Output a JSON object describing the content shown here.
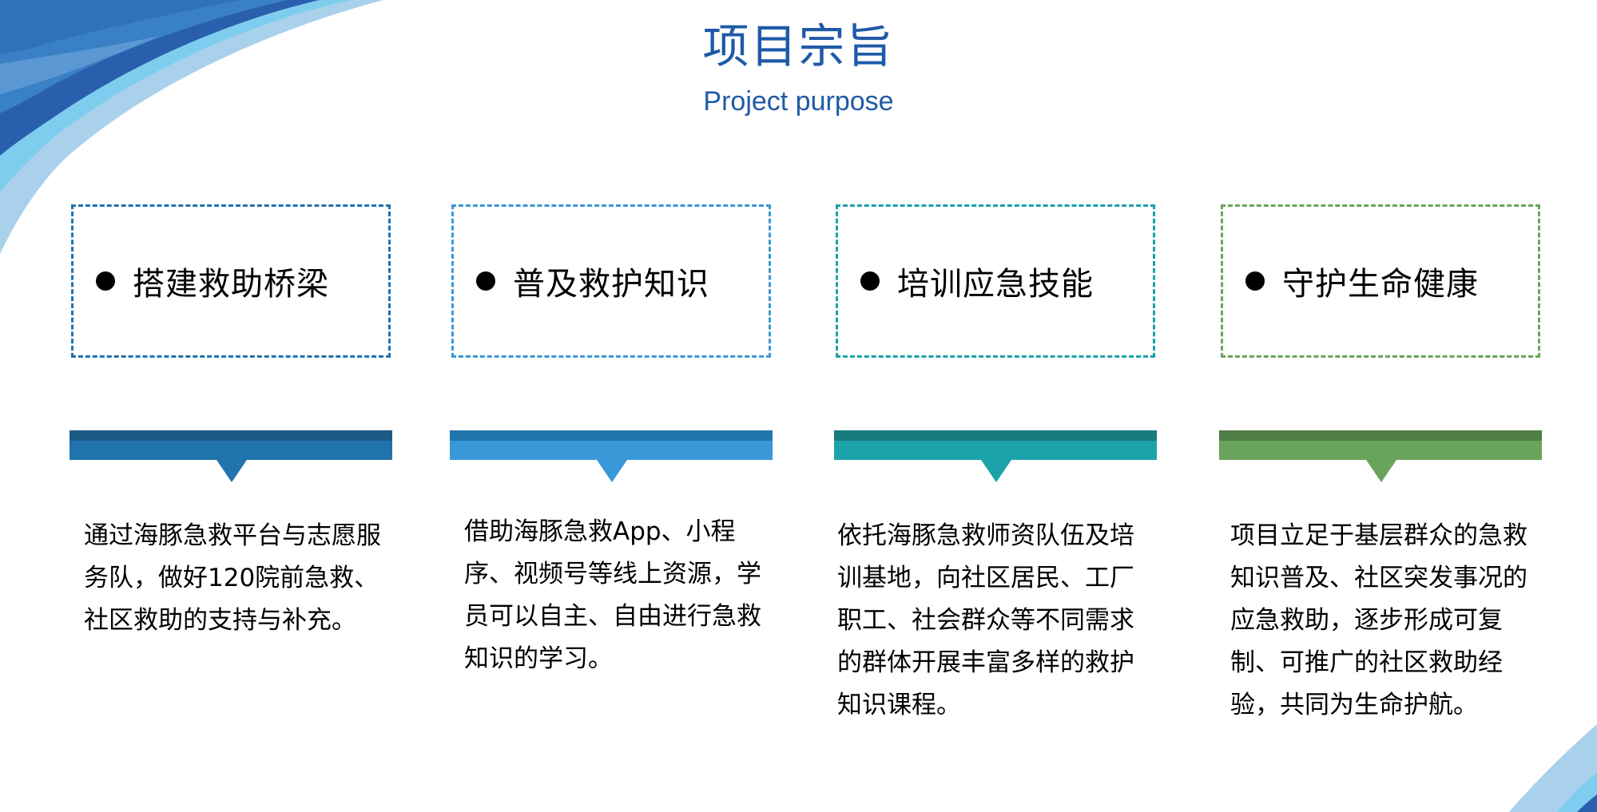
{
  "header": {
    "title": "项目宗旨",
    "subtitle": "Project purpose",
    "color": "#1f5aa8"
  },
  "decorations": {
    "top_left_swoosh": "wave-swoosh",
    "bottom_right_swoosh": "wave-swoosh",
    "colors": [
      "#1f5fae",
      "#3a80c6",
      "#7fcdee",
      "#a9d1ec",
      "#2a6db8"
    ]
  },
  "cards": [
    {
      "heading": "搭建救助桥梁",
      "border_color": "#2171ac",
      "bar_dark": "#1b5a85",
      "bar_main": "#2173ad",
      "description": "通过海豚急救平台与志愿服务队，做好120院前急救、社区救助的支持与补充。"
    },
    {
      "heading": "普及救护知识",
      "border_color": "#3a97d6",
      "bar_dark": "#2376ad",
      "bar_main": "#3898d8",
      "description": "借助海豚急救App、小程序、视频号等线上资源，学员可以自主、自由进行急救知识的学习。"
    },
    {
      "heading": "培训应急技能",
      "border_color": "#1ba0a8",
      "bar_dark": "#187b80",
      "bar_main": "#1ca3aa",
      "description": "依托海豚急救师资队伍及培训基地，向社区居民、工厂职工、社会群众等不同需求的群体开展丰富多样的救护知识课程。"
    },
    {
      "heading": "守护生命健康",
      "border_color": "#6aa55b",
      "bar_dark": "#507d45",
      "bar_main": "#6aa45c",
      "description": "项目立足于基层群众的急救知识普及、社区突发事况的应急救助，逐步形成可复制、可推广的社区救助经验，共同为生命护航。"
    }
  ]
}
